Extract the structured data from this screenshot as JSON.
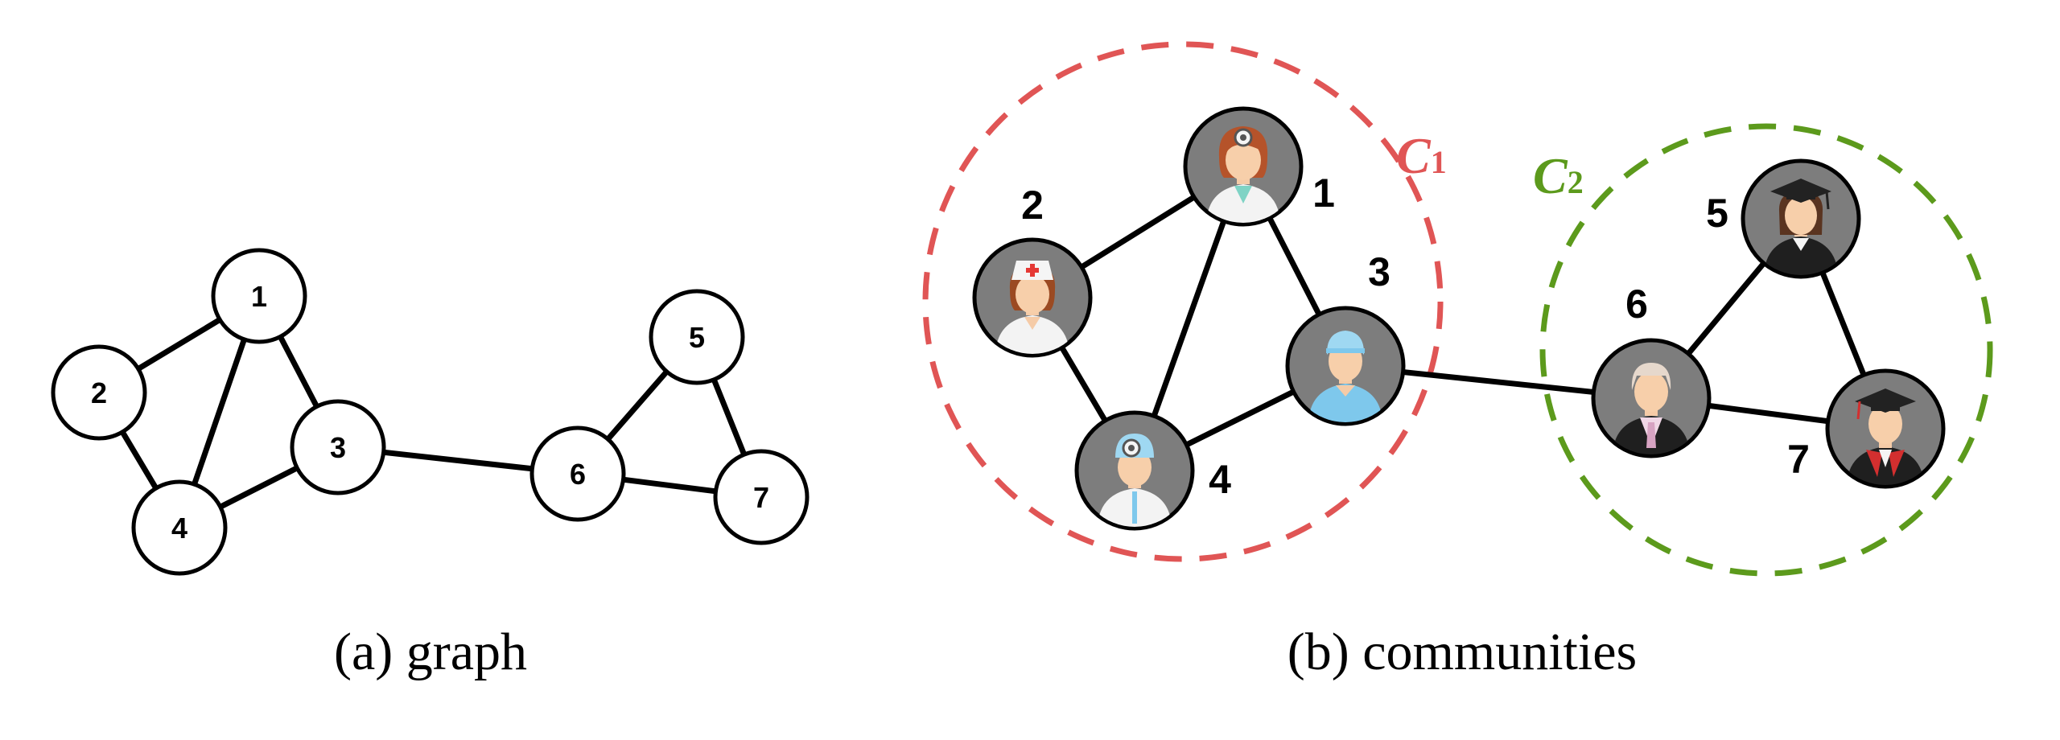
{
  "panel_a": {
    "caption": "(a)  graph",
    "nodes": [
      "1",
      "2",
      "3",
      "4",
      "5",
      "6",
      "7"
    ]
  },
  "panel_b": {
    "caption": "(b)  communities",
    "nodes": [
      {
        "id": "1",
        "icon": "doctor-female-icon"
      },
      {
        "id": "2",
        "icon": "nurse-icon"
      },
      {
        "id": "3",
        "icon": "doctor-male-icon"
      },
      {
        "id": "4",
        "icon": "surgeon-icon"
      },
      {
        "id": "5",
        "icon": "graduate-female-icon"
      },
      {
        "id": "6",
        "icon": "judge-icon"
      },
      {
        "id": "7",
        "icon": "graduate-male-icon"
      }
    ],
    "communities": [
      {
        "letter": "C",
        "sub": "1",
        "color": "#e05555"
      },
      {
        "letter": "C",
        "sub": "2",
        "color": "#5c9a1c"
      }
    ]
  },
  "edges": [
    [
      "1",
      "2"
    ],
    [
      "1",
      "3"
    ],
    [
      "1",
      "4"
    ],
    [
      "2",
      "4"
    ],
    [
      "3",
      "4"
    ],
    [
      "3",
      "6"
    ],
    [
      "5",
      "6"
    ],
    [
      "5",
      "7"
    ],
    [
      "6",
      "7"
    ]
  ]
}
